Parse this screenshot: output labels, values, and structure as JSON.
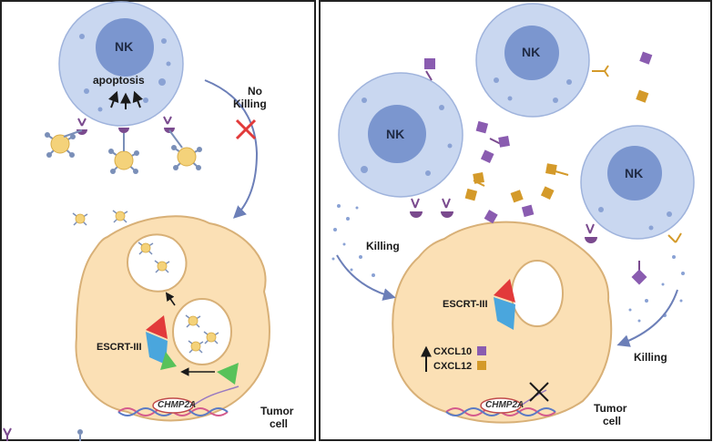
{
  "left_panel": {
    "nk_label": "NK",
    "apoptosis_label": "apoptosis",
    "no_killing_line1": "No",
    "no_killing_line2": "Killing",
    "escrt_label": "ESCRT-III",
    "gene_label": "CHMP2A",
    "tumor_line1": "Tumor",
    "tumor_line2": "cell"
  },
  "right_panel": {
    "nk_labels": [
      "NK",
      "NK",
      "NK"
    ],
    "killing_label_left": "Killing",
    "killing_label_right": "Killing",
    "escrt_label": "ESCRT-III",
    "cxcl10_label": "CXCL10",
    "cxcl12_label": "CXCL12",
    "gene_label": "CHMP2A",
    "tumor_line1": "Tumor",
    "tumor_line2": "cell"
  },
  "colors": {
    "nk_outer": "#c9d7f0",
    "nk_nucleus": "#7b96cf",
    "tumor_fill": "#fbe0b5",
    "tumor_stroke": "#d8b077",
    "panel_border": "#222222",
    "exosome": "#f4d27a",
    "receptor_purple": "#7a4a8e",
    "cxcl10": "#8a5cb0",
    "cxcl12": "#d49a2a",
    "escrt_red": "#e23a3a",
    "escrt_blue": "#4aa6dd",
    "escrt_green": "#58c25a",
    "arrow_blue": "#6c7fb8",
    "block_cross": "#e23a3a"
  },
  "icons": [
    "no-killing-cross-icon",
    "gene-knockout-cross-icon",
    "up-arrow-icon"
  ]
}
